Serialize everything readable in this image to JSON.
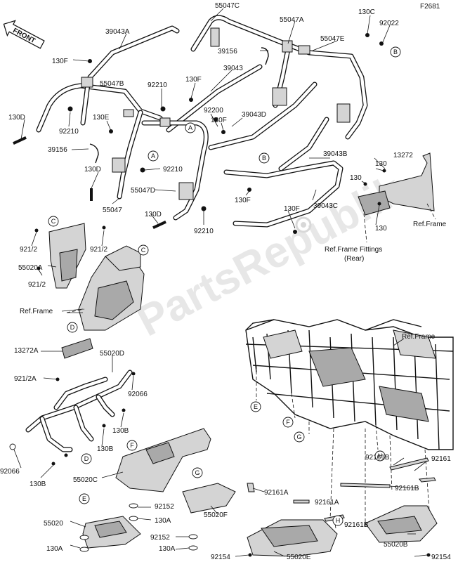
{
  "figure_code": "F2681",
  "front_marker": "FRONT",
  "watermark": "PartsRepublik",
  "callout_letters": [
    "A",
    "A",
    "B",
    "B",
    "C",
    "C",
    "D",
    "D",
    "E",
    "E",
    "F",
    "F",
    "G",
    "G",
    "H",
    "H"
  ],
  "part_labels": [
    "55047C",
    "55047A",
    "55047E",
    "39043A",
    "39156",
    "130C",
    "92022",
    "130F",
    "55047B",
    "39043",
    "92210",
    "130F",
    "130D",
    "92210",
    "130E",
    "92200",
    "130F",
    "39043D",
    "39156",
    "130D",
    "92210",
    "39043B",
    "55047D",
    "130F",
    "55047",
    "130D",
    "92210",
    "39043C",
    "130F",
    "13272",
    "130",
    "130",
    "130",
    "921/2",
    "921/2",
    "55020A",
    "921/2",
    "13272A",
    "55020D",
    "921/2A",
    "92066",
    "130B",
    "130B",
    "130B",
    "92066",
    "55020C",
    "55020",
    "92152",
    "130A",
    "130A",
    "92152",
    "130A",
    "55020F",
    "92161A",
    "92161A",
    "92161B",
    "92161B",
    "92161",
    "92161B",
    "92154",
    "55020E",
    "55020B",
    "92154"
  ],
  "reference_labels": [
    "Ref.Frame",
    "Ref.Frame Fittings",
    "(Rear)",
    "Ref.Frame",
    "Ref.Frame"
  ]
}
